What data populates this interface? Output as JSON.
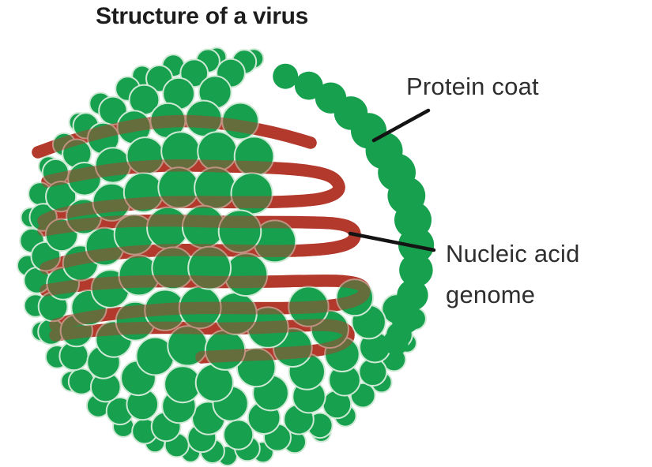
{
  "title": "Structure of a virus",
  "labels": {
    "protein_coat": "Protein coat",
    "nucleic_line1": "Nucleic acid",
    "nucleic_line2": "genome"
  },
  "parts": [
    {
      "name": "protein-coat",
      "label": "Protein coat"
    },
    {
      "name": "nucleic-acid-genome",
      "label": "Nucleic acid genome"
    }
  ],
  "colors": {
    "background": "#ffffff",
    "capsomere_green": "#17a04e",
    "bead_outline": "#cde9d4",
    "genome_red": "#b3392c",
    "pointer_line": "#141414",
    "title_text": "#1d1d1d",
    "label_text": "#2e2e2e"
  }
}
